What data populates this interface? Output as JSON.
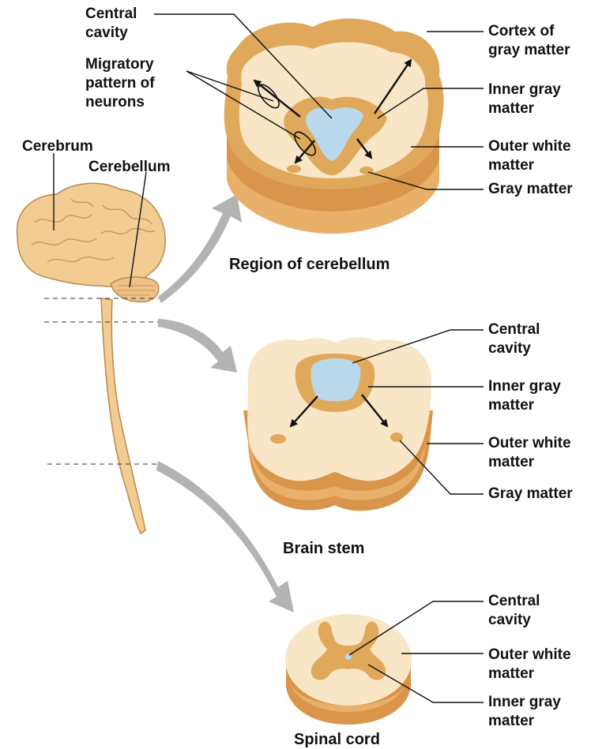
{
  "colors": {
    "white_matter": "#f8e6c6",
    "gray_matter": "#e0a85a",
    "side_dark": "#d9954a",
    "cavity": "#b9d8ec",
    "brain": "#f3cc93",
    "arrow_gray": "#b3b3b3"
  },
  "cerebellum_region": {
    "caption": "Region of cerebellum",
    "labels": {
      "central_cavity": "Central\ncavity",
      "migratory": "Migratory\npattern of\nneurons",
      "cortex": "Cortex of\ngray matter",
      "inner_gray": "Inner gray\nmatter",
      "outer_white": "Outer white\nmatter",
      "gray_matter": "Gray matter"
    }
  },
  "brain_labels": {
    "cerebrum": "Cerebrum",
    "cerebellum": "Cerebellum"
  },
  "brain_stem": {
    "caption": "Brain stem",
    "labels": {
      "central_cavity": "Central\ncavity",
      "inner_gray": "Inner gray\nmatter",
      "outer_white": "Outer white\nmatter",
      "gray_matter": "Gray matter"
    }
  },
  "spinal_cord": {
    "caption": "Spinal cord",
    "labels": {
      "central_cavity": "Central\ncavity",
      "outer_white": "Outer white\nmatter",
      "inner_gray": "Inner gray\nmatter"
    }
  }
}
